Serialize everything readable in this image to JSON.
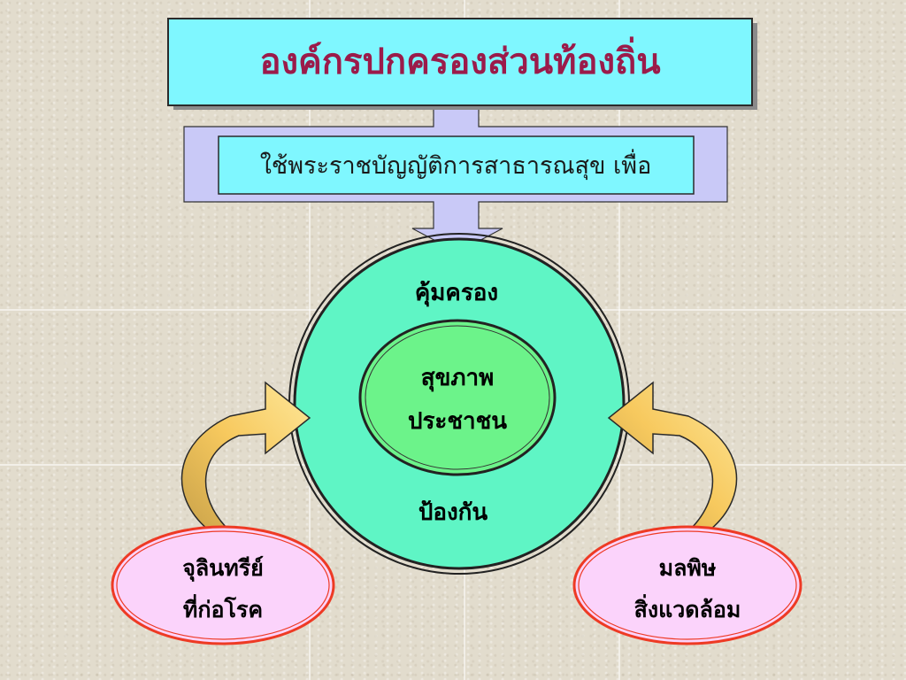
{
  "title": "องค์กรปกครองส่วนท้องถิ่น",
  "subtitle": "ใช้พระราชบัญญัติการสาธารณสุข เพื่อ",
  "circle": {
    "top_label": "คุ้มครอง",
    "bottom_label": "ป้องกัน",
    "inner_line1": "สุขภาพ",
    "inner_line2": "ประชาชน"
  },
  "left_oval": {
    "line1": "จุลินทรีย์",
    "line2": "ที่ก่อโรค"
  },
  "right_oval": {
    "line1": "มลพิษ",
    "line2": "สิ่งแวดล้อม"
  },
  "colors": {
    "title_box": "#7ff7ff",
    "title_text": "#9b1b4a",
    "connector": "#c9c9f7",
    "outer_circle": "#5ff5c5",
    "inner_circle": "#6cf38a",
    "oval_fill": "#fbd3fb",
    "oval_border": "#ee3a24",
    "arrow": "#f6c55a"
  }
}
